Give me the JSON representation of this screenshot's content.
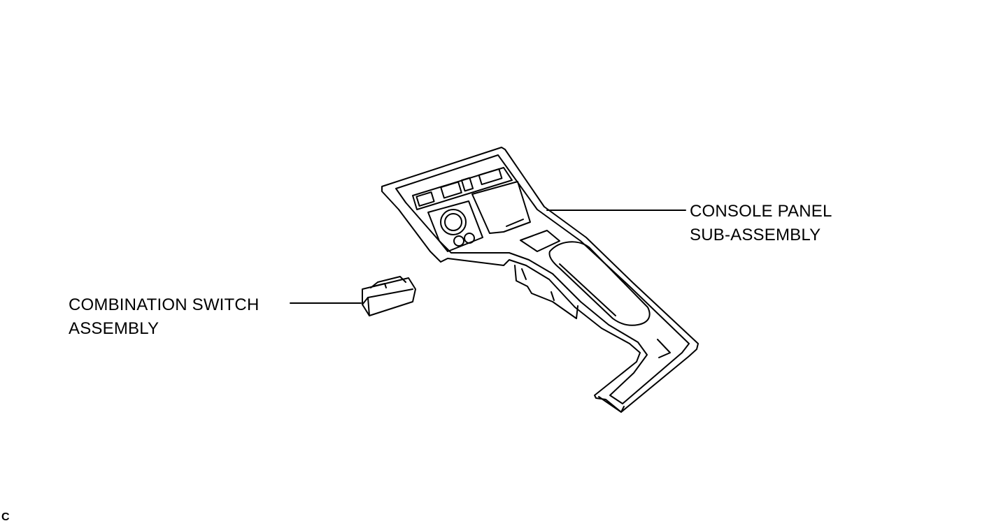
{
  "callouts": {
    "console_panel": {
      "line1": "CONSOLE PANEL",
      "line2": "SUB-ASSEMBLY"
    },
    "combination_switch": {
      "line1": "COMBINATION SWITCH",
      "line2": "ASSEMBLY"
    }
  },
  "figure_code": "C",
  "colors": {
    "ink": "#000000",
    "paper": "#ffffff"
  }
}
